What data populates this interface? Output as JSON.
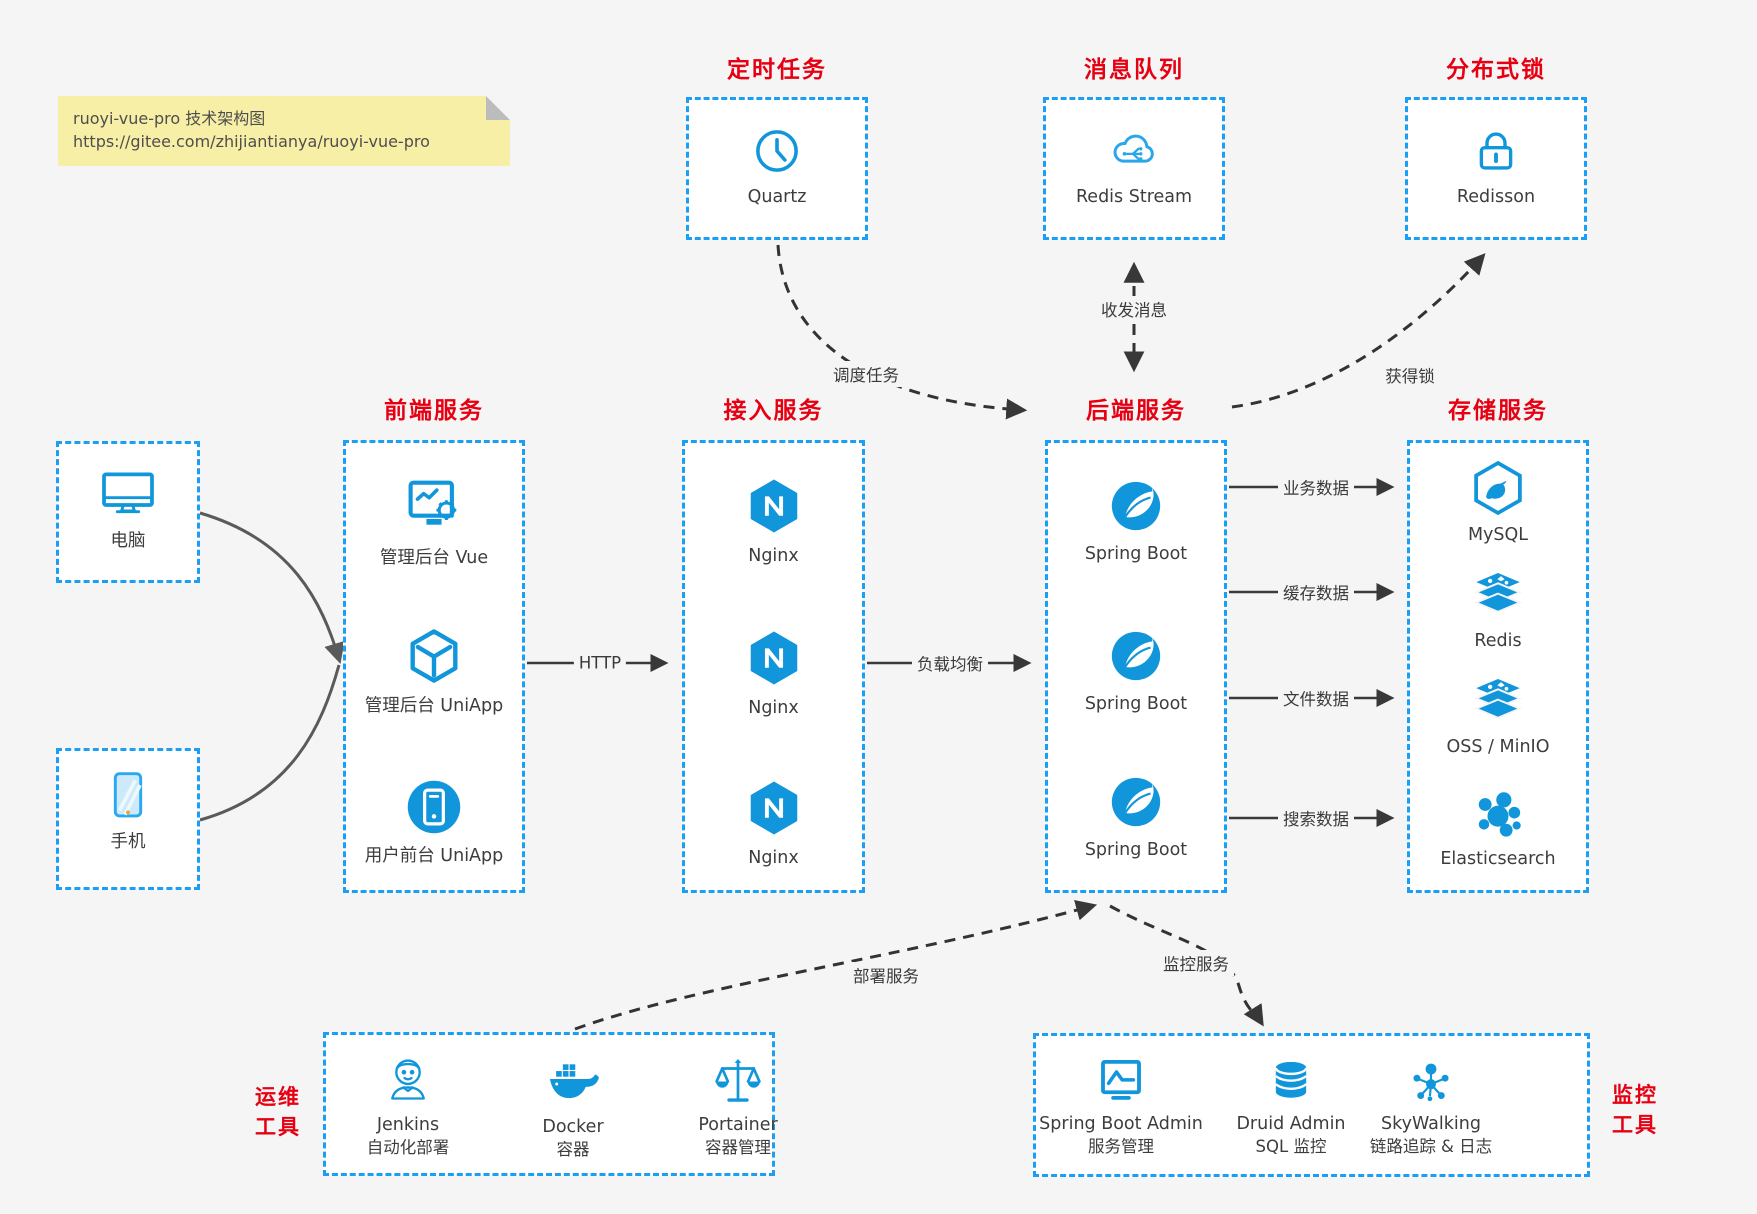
{
  "colors": {
    "accent_blue": "#1296db",
    "border_blue": "#1a9ff5",
    "title_red": "#e60012",
    "arrow_dark": "#3a3a3a",
    "note_bg": "#f8efa6",
    "page_bg": "#f5f5f6"
  },
  "note": {
    "line1": "ruoyi-vue-pro 技术架构图",
    "line2": "https://gitee.com/zhijiantianya/ruoyi-vue-pro"
  },
  "top_groups": [
    {
      "title": "定时任务",
      "item": {
        "icon": "clock-icon",
        "label": "Quartz"
      }
    },
    {
      "title": "消息队列",
      "item": {
        "icon": "cloud-stream-icon",
        "label": "Redis Stream"
      }
    },
    {
      "title": "分布式锁",
      "item": {
        "icon": "lock-icon",
        "label": "Redisson"
      }
    }
  ],
  "clients": [
    {
      "icon": "desktop-icon",
      "label": "电脑"
    },
    {
      "icon": "mobile-icon",
      "label": "手机"
    }
  ],
  "service_columns": [
    {
      "title": "前端服务",
      "items": [
        {
          "icon": "admin-vue-icon",
          "label": "管理后台 Vue"
        },
        {
          "icon": "uniapp-cube-icon",
          "label": "管理后台 UniApp"
        },
        {
          "icon": "user-app-icon",
          "label": "用户前台 UniApp"
        }
      ]
    },
    {
      "title": "接入服务",
      "items": [
        {
          "icon": "nginx-icon",
          "label": "Nginx"
        },
        {
          "icon": "nginx-icon",
          "label": "Nginx"
        },
        {
          "icon": "nginx-icon",
          "label": "Nginx"
        }
      ]
    },
    {
      "title": "后端服务",
      "items": [
        {
          "icon": "spring-icon",
          "label": "Spring Boot"
        },
        {
          "icon": "spring-icon",
          "label": "Spring Boot"
        },
        {
          "icon": "spring-icon",
          "label": "Spring Boot"
        }
      ]
    },
    {
      "title": "存储服务",
      "items": [
        {
          "icon": "mysql-icon",
          "label": "MySQL"
        },
        {
          "icon": "redis-stack-icon",
          "label": "Redis"
        },
        {
          "icon": "oss-stack-icon",
          "label": "OSS / MinIO"
        },
        {
          "icon": "elasticsearch-icon",
          "label": "Elasticsearch"
        }
      ]
    }
  ],
  "bottom_groups": [
    {
      "side_label": [
        "运维",
        "工具"
      ],
      "items": [
        {
          "icon": "jenkins-icon",
          "name": "Jenkins",
          "desc": "自动化部署"
        },
        {
          "icon": "docker-icon",
          "name": "Docker",
          "desc": "容器"
        },
        {
          "icon": "portainer-icon",
          "name": "Portainer",
          "desc": "容器管理"
        }
      ]
    },
    {
      "side_label": [
        "监控",
        "工具"
      ],
      "items": [
        {
          "icon": "sba-icon",
          "name": "Spring Boot Admin",
          "desc": "服务管理"
        },
        {
          "icon": "druid-icon",
          "name": "Druid Admin",
          "desc": "SQL 监控"
        },
        {
          "icon": "skywalking-icon",
          "name": "SkyWalking",
          "desc": "链路追踪 & 日志"
        }
      ]
    }
  ],
  "edge_labels": {
    "http": "HTTP",
    "load_balance": "负载均衡",
    "data_flows": [
      "业务数据",
      "缓存数据",
      "文件数据",
      "搜索数据"
    ],
    "schedule": "调度任务",
    "message": "收发消息",
    "lock": "获得锁",
    "deploy": "部署服务",
    "monitor": "监控服务"
  }
}
